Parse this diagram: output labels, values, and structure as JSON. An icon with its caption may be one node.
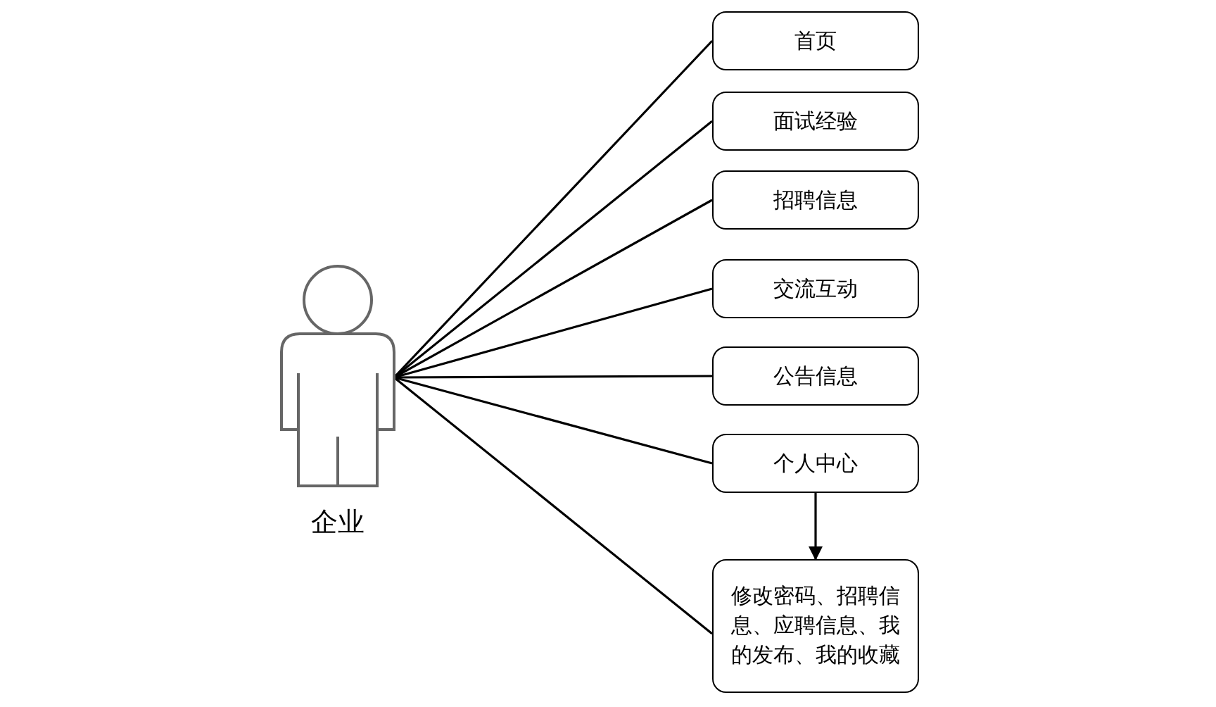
{
  "diagram": {
    "nodes": [
      {
        "text": [
          "企业"
        ]
      },
      {
        "text": [
          "首页"
        ]
      },
      {
        "text": [
          "面试经验"
        ]
      },
      {
        "text": [
          "招聘信息"
        ]
      },
      {
        "text": [
          "交流互动"
        ]
      },
      {
        "text": [
          "公告信息"
        ]
      },
      {
        "text": [
          "个人中心"
        ]
      },
      {
        "text": [
          "修改密码、招聘信息、应聘信息、我的发布、我的收藏"
        ]
      }
    ],
    "edges": [
      {
        "from": 0,
        "to": 1,
        "arrow": "none"
      },
      {
        "from": 0,
        "to": 2,
        "arrow": "none"
      },
      {
        "from": 0,
        "to": 3,
        "arrow": "none"
      },
      {
        "from": 0,
        "to": 4,
        "arrow": "none"
      },
      {
        "from": 0,
        "to": 5,
        "arrow": "none"
      },
      {
        "from": 0,
        "to": 6,
        "arrow": "none"
      },
      {
        "from": 0,
        "to": 7,
        "arrow": "none"
      },
      {
        "from": 6,
        "to": 7,
        "arrow": "to"
      }
    ]
  }
}
